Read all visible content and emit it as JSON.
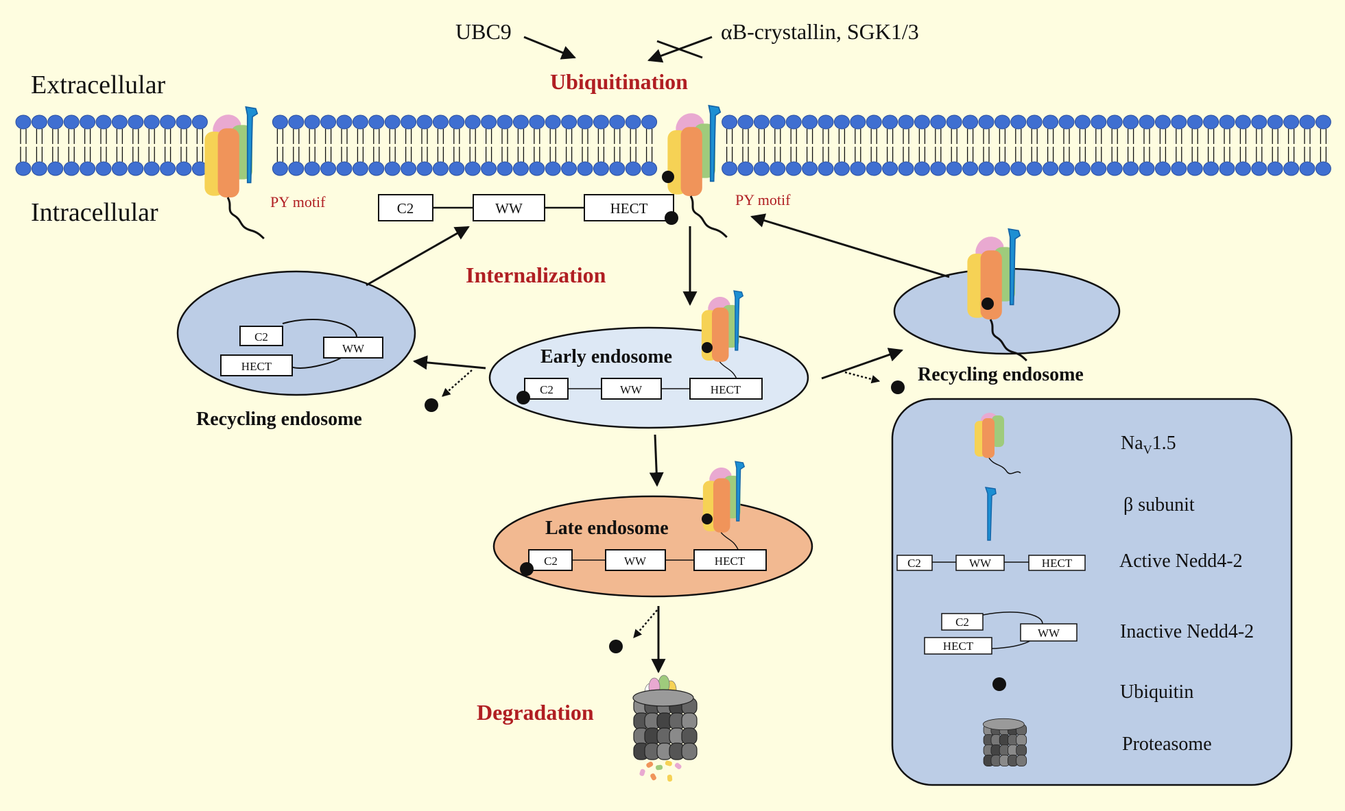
{
  "regions": {
    "extracellular": "Extracellular",
    "intracellular": "Intracellular"
  },
  "regulators": {
    "promoter": "UBC9",
    "inhibitors": "αB-crystallin, SGK1/3"
  },
  "processes": {
    "ubiquitination": "Ubiquitination",
    "internalization": "Internalization",
    "degradation": "Degradation"
  },
  "motifs": {
    "py_left": "PY motif",
    "py_right": "PY motif"
  },
  "nedd_domains": {
    "c2": "C2",
    "ww": "WW",
    "hect": "HECT"
  },
  "compartments": {
    "early": "Early endosome",
    "late": "Late endosome",
    "recycling_left": "Recycling endosome",
    "recycling_right": "Recycling endosome"
  },
  "legend": {
    "nav_prefix": "Na",
    "nav_sub": "V",
    "nav_suffix": "1.5",
    "beta": "β subunit",
    "active": "Active Nedd4-2",
    "inactive": "Inactive Nedd4-2",
    "ubiquitin": "Ubiquitin",
    "proteasome": "Proteasome"
  },
  "colors": {
    "background": "#FEFDE0",
    "lipid_head": "#3F6FD1",
    "title_red": "#B01E22",
    "early_endosome": "#DDE8F5",
    "late_endosome": "#F2B991",
    "recycling_endosome": "#BCCDE6",
    "legend_panel": "#BCCDE6",
    "channel_yellow": "#F6D255",
    "channel_orange": "#F0945A",
    "channel_green": "#9FCB7C",
    "channel_pink": "#E9A9D1",
    "beta_blue": "#1C8FD3"
  }
}
